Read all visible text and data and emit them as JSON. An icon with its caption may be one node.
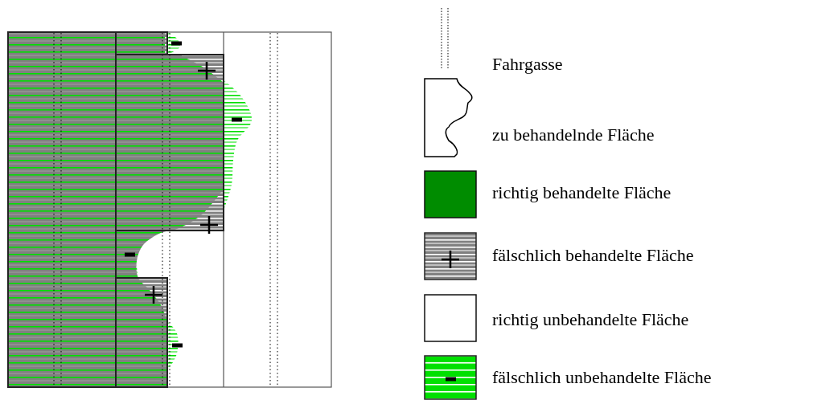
{
  "diagram": {
    "legend": [
      {
        "text": "Fahrgasse"
      },
      {
        "text": "zu behandelnde Fläche"
      },
      {
        "text": "richtig behandelte Fläche",
        "color": "#008c00"
      },
      {
        "text": "fälschlich behandelte Fläche"
      },
      {
        "text": "richtig unbehandelte Fläche",
        "color": "#ffffff"
      },
      {
        "text": "fälschlich unbehandelte Fläche"
      }
    ]
  }
}
